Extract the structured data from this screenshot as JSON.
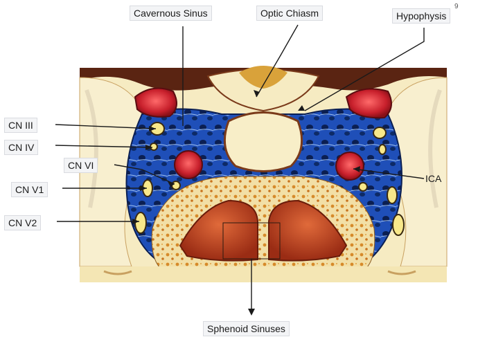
{
  "labels": {
    "cavernous_sinus": "Cavernous Sinus",
    "optic_chiasm": "Optic Chiasm",
    "hypophysis": "Hypophysis",
    "cn_iii": "CN III",
    "cn_iv": "CN IV",
    "cn_vi": "CN VI",
    "cn_v1": "CN V1",
    "cn_v2": "CN V2",
    "ica": "ICA",
    "sphenoid_sinuses": "Sphenoid Sinuses"
  },
  "page_number": "9",
  "colors": {
    "venous_blue": "#1f4fb8",
    "artery_red": "#c8202c",
    "bone_cream": "#f4e6b4",
    "sinus_red": "#b8401e",
    "brain_cream": "#f6ebc2",
    "dark_brown": "#5a2412"
  }
}
